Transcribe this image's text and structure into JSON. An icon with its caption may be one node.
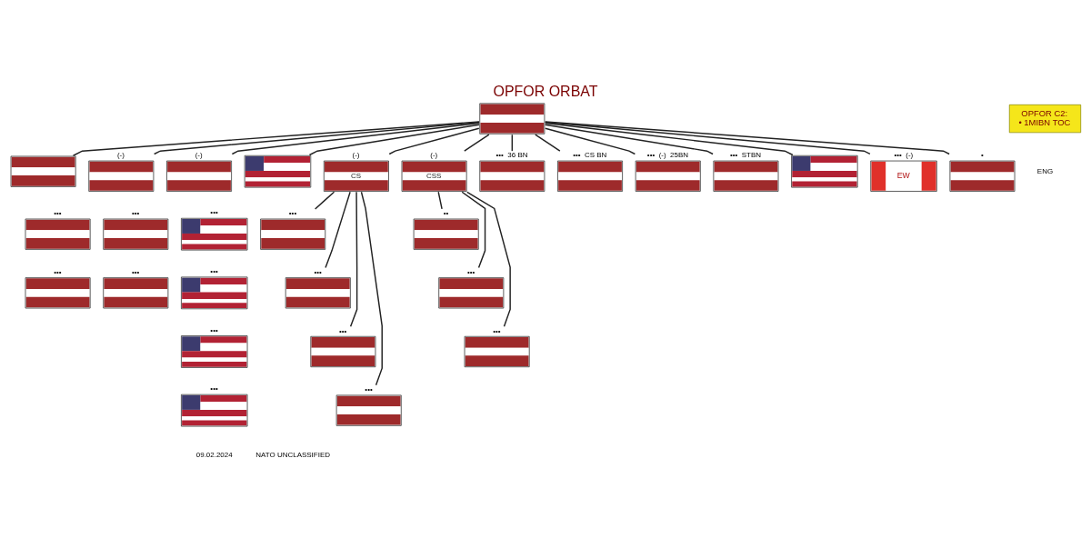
{
  "diagram": {
    "title": "OPFOR ORBAT",
    "nodes": [
      {
        "text": [],
        "shape": "box"
      },
      {
        "text": [
          "OPFOR C2:",
          "• 1MIBN TOC"
        ]
      },
      {
        "text": [],
        "shape": "box"
      },
      {
        "text": [],
        "shape": "box",
        "beside": [
          "(-)"
        ]
      },
      {
        "text": [],
        "shape": "box",
        "beside": [
          "•••"
        ]
      },
      {
        "text": [],
        "shape": "box",
        "beside": [
          "•••"
        ]
      },
      {
        "text": [],
        "shape": "box",
        "beside": [
          "(-)"
        ]
      },
      {
        "text": [],
        "shape": "box",
        "beside": [
          "•••"
        ]
      },
      {
        "text": [],
        "shape": "box",
        "beside": [
          "•••"
        ]
      },
      {
        "text": [],
        "shape": "box"
      },
      {
        "text": [],
        "shape": "box",
        "beside": [
          "•••"
        ]
      },
      {
        "text": [],
        "shape": "box",
        "beside": [
          "•••"
        ]
      },
      {
        "text": [],
        "shape": "box",
        "beside": [
          "•••"
        ]
      },
      {
        "text": [],
        "shape": "box",
        "beside": [
          "•••"
        ]
      },
      {
        "text": [
          "CS"
        ],
        "beside": [
          "(-)"
        ]
      },
      {
        "text": [],
        "shape": "box",
        "beside": [
          "•••"
        ]
      },
      {
        "text": [],
        "shape": "box",
        "beside": [
          "•••"
        ]
      },
      {
        "text": [],
        "shape": "box",
        "beside": [
          "•••"
        ]
      },
      {
        "text": [],
        "shape": "box",
        "beside": [
          "•••"
        ]
      },
      {
        "text": [
          "CSS"
        ],
        "beside": [
          "(-)"
        ]
      },
      {
        "text": [],
        "shape": "box",
        "beside": [
          "••"
        ]
      },
      {
        "text": [],
        "shape": "box",
        "beside": [
          "•••"
        ]
      },
      {
        "text": [],
        "shape": "box",
        "beside": [
          "•••"
        ]
      },
      {
        "text": [],
        "shape": "box",
        "beside": [
          "•••",
          "36 BN"
        ]
      },
      {
        "text": [],
        "shape": "box",
        "beside": [
          "•••",
          "CS BN"
        ]
      },
      {
        "text": [],
        "shape": "box",
        "beside": [
          "•••",
          "(-)",
          "25BN"
        ]
      },
      {
        "text": [],
        "shape": "box",
        "beside": [
          "•••",
          "STBN"
        ]
      },
      {
        "text": [],
        "shape": "box"
      },
      {
        "text": [
          "EW"
        ],
        "beside": [
          "•••",
          "(-)"
        ]
      },
      {
        "text": [],
        "shape": "box",
        "beside": [
          "•"
        ]
      }
    ],
    "edges": [
      {
        "from": 0,
        "to": 2,
        "arrow": "none"
      },
      {
        "from": 0,
        "to": 3,
        "arrow": "none"
      },
      {
        "from": 0,
        "to": 6,
        "arrow": "none"
      },
      {
        "from": 0,
        "to": 9,
        "arrow": "none"
      },
      {
        "from": 0,
        "to": 14,
        "arrow": "none"
      },
      {
        "from": 0,
        "to": 19,
        "arrow": "none"
      },
      {
        "from": 0,
        "to": 23,
        "arrow": "none"
      },
      {
        "from": 0,
        "to": 24,
        "arrow": "none"
      },
      {
        "from": 0,
        "to": 25,
        "arrow": "none"
      },
      {
        "from": 0,
        "to": 26,
        "arrow": "none"
      },
      {
        "from": 0,
        "to": 27,
        "arrow": "none"
      },
      {
        "from": 0,
        "to": 28,
        "arrow": "none"
      },
      {
        "from": 0,
        "to": 29,
        "arrow": "none"
      },
      {
        "from": 14,
        "to": 15,
        "arrow": "none"
      },
      {
        "from": 14,
        "to": 16,
        "arrow": "none"
      },
      {
        "from": 14,
        "to": 17,
        "arrow": "none"
      },
      {
        "from": 14,
        "to": 18,
        "arrow": "none"
      },
      {
        "from": 19,
        "to": 20,
        "arrow": "none"
      },
      {
        "from": 19,
        "to": 21,
        "arrow": "none"
      },
      {
        "from": 19,
        "to": 22,
        "arrow": "none"
      }
    ],
    "labels": [
      "ENG",
      "09.02.2024",
      "NATO UNCLASSIFIED"
    ]
  }
}
